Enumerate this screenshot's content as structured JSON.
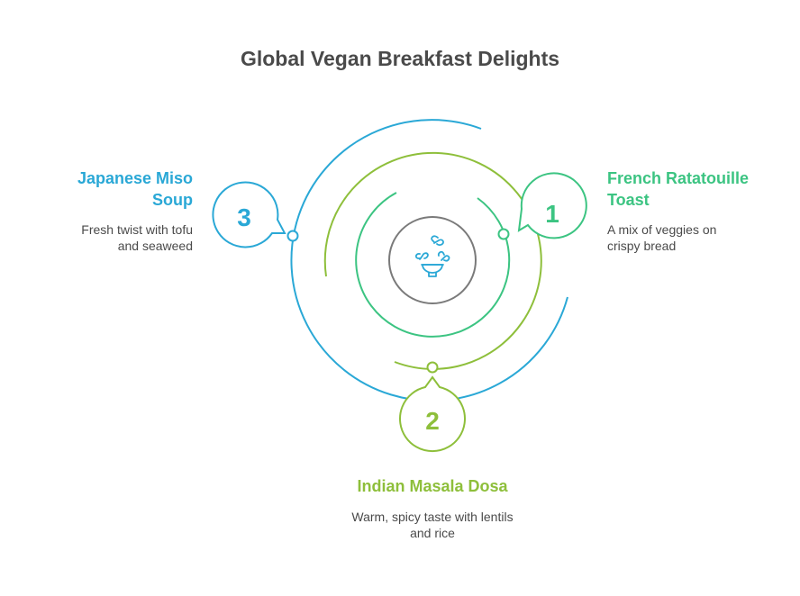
{
  "title": "Global Vegan Breakfast Delights",
  "center_icon": "bowl-with-splashes-icon",
  "colors": {
    "blue": "#2aa8d6",
    "green": "#3cc482",
    "lime": "#8ebf3b",
    "gray": "#7a7a7a",
    "text": "#4a4a4a"
  },
  "items": [
    {
      "number": "1",
      "heading_line1": "French Ratatouille",
      "heading_line2": "Toast",
      "desc_line1": "A mix of veggies on",
      "desc_line2": "crispy bread"
    },
    {
      "number": "2",
      "heading_line1": "Indian Masala Dosa",
      "desc_line1": "Warm, spicy taste with lentils",
      "desc_line2": "and rice"
    },
    {
      "number": "3",
      "heading_line1": "Japanese Miso",
      "heading_line2": "Soup",
      "desc_line1": "Fresh twist with tofu",
      "desc_line2": "and seaweed"
    }
  ]
}
